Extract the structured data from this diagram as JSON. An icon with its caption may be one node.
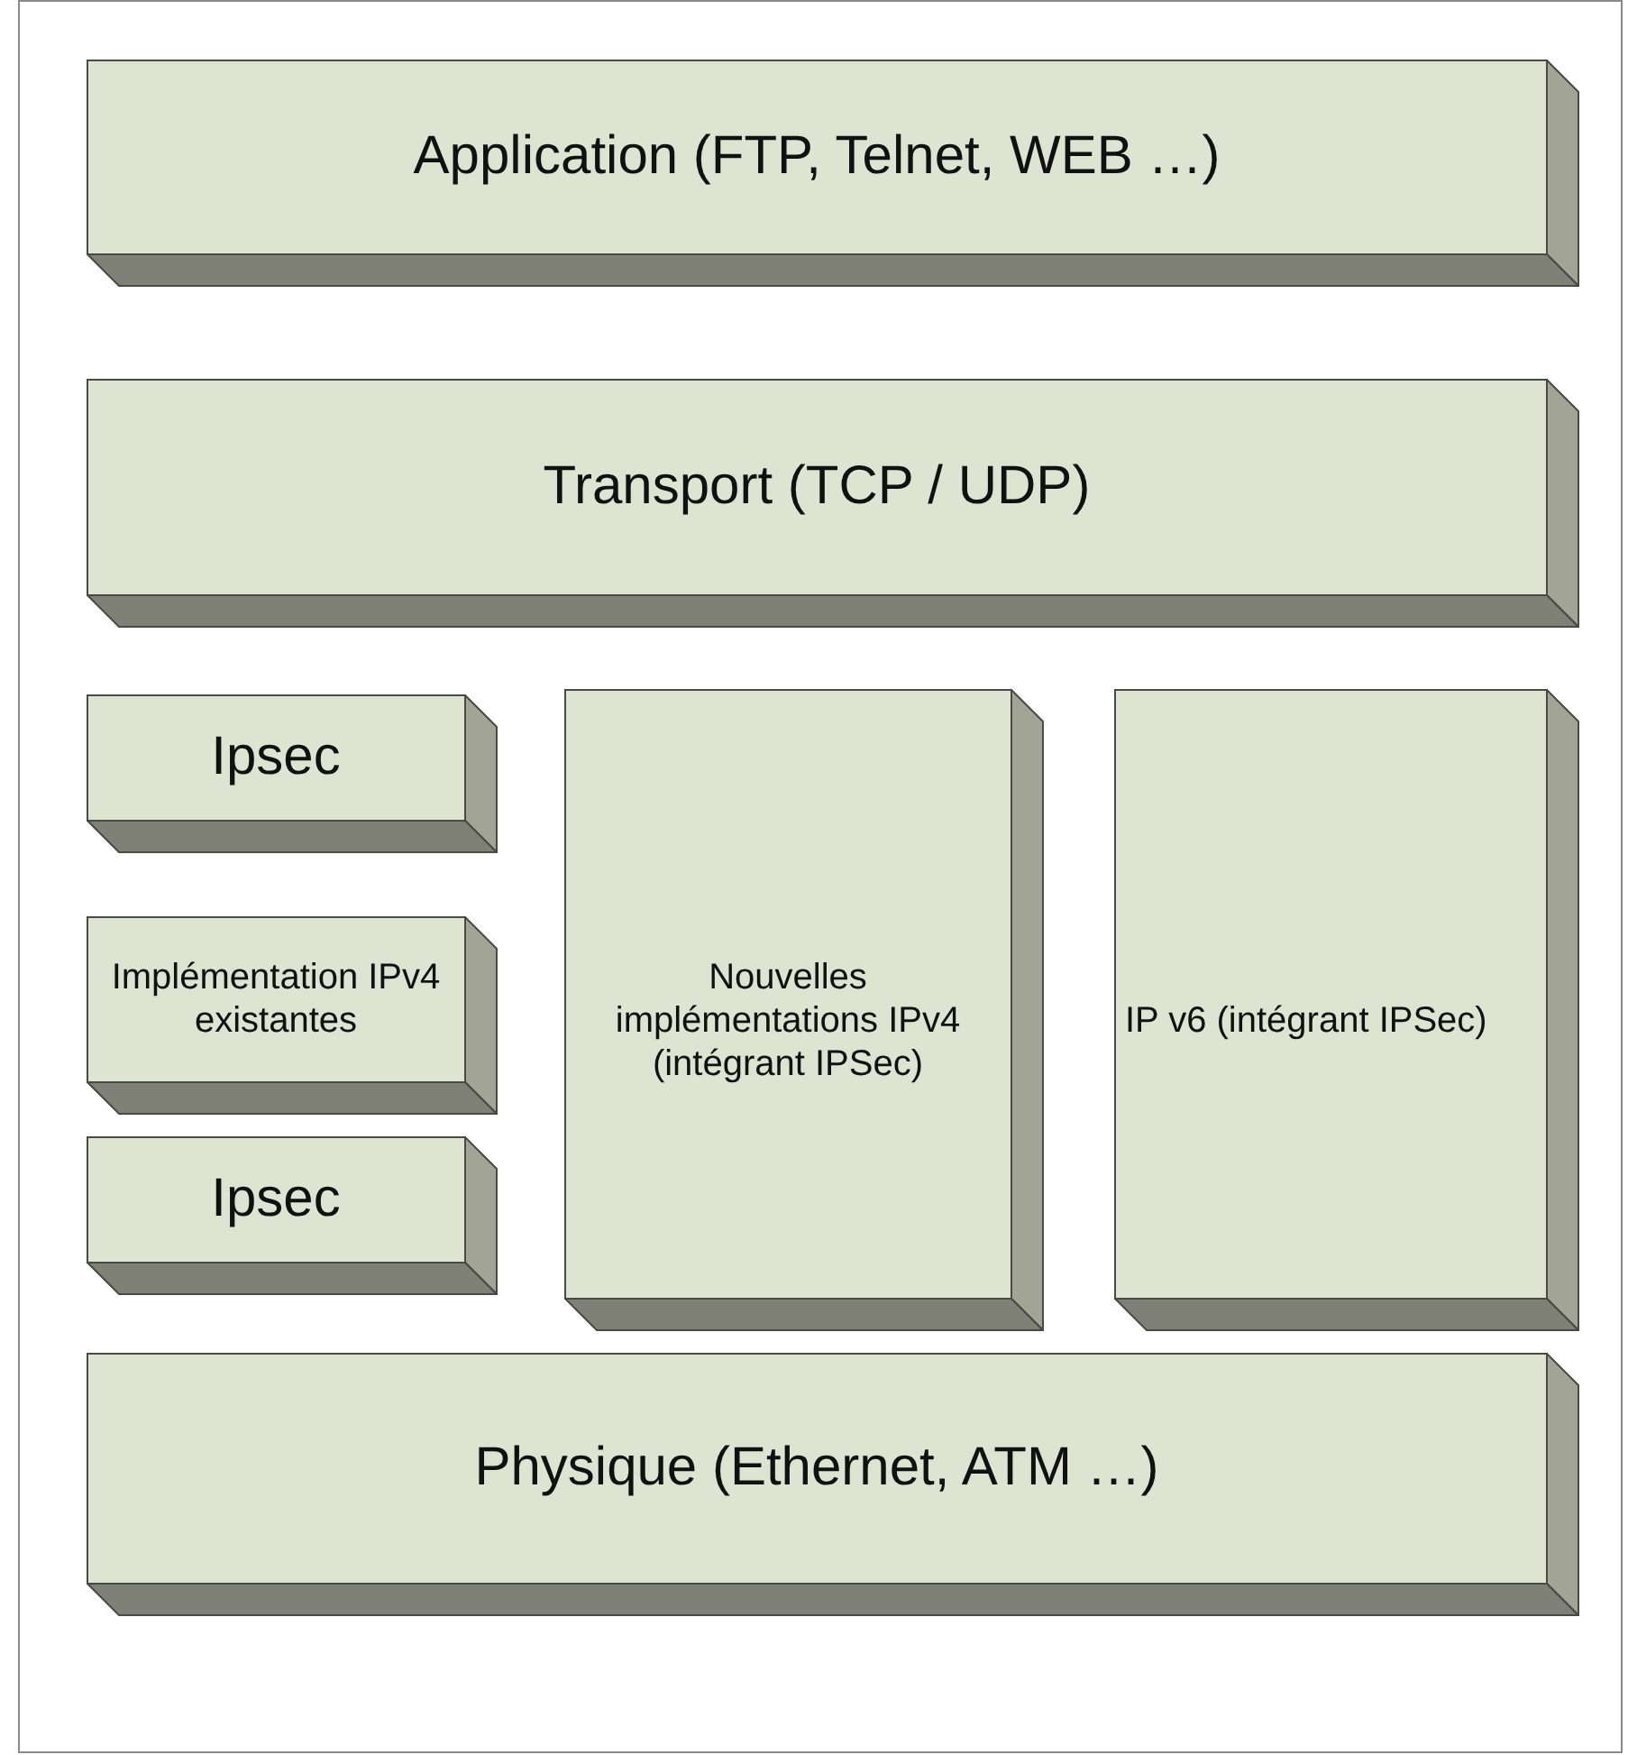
{
  "diagram": {
    "nodes": [
      {
        "text": [
          "Application (FTP, Telnet, WEB …)"
        ]
      },
      {
        "text": [
          "Transport (TCP / UDP)"
        ]
      },
      {
        "text": [
          "Ipsec"
        ]
      },
      {
        "text": [
          "Implémentation IPv4 existantes"
        ]
      },
      {
        "text": [
          "Ipsec"
        ]
      },
      {
        "text": [
          "Nouvelles implémentations IPv4 (intégrant IPSec)"
        ]
      },
      {
        "text": [
          "IP v6 (intégrant IPSec)"
        ]
      },
      {
        "text": [
          "Physique (Ethernet, ATM …)"
        ]
      }
    ]
  }
}
